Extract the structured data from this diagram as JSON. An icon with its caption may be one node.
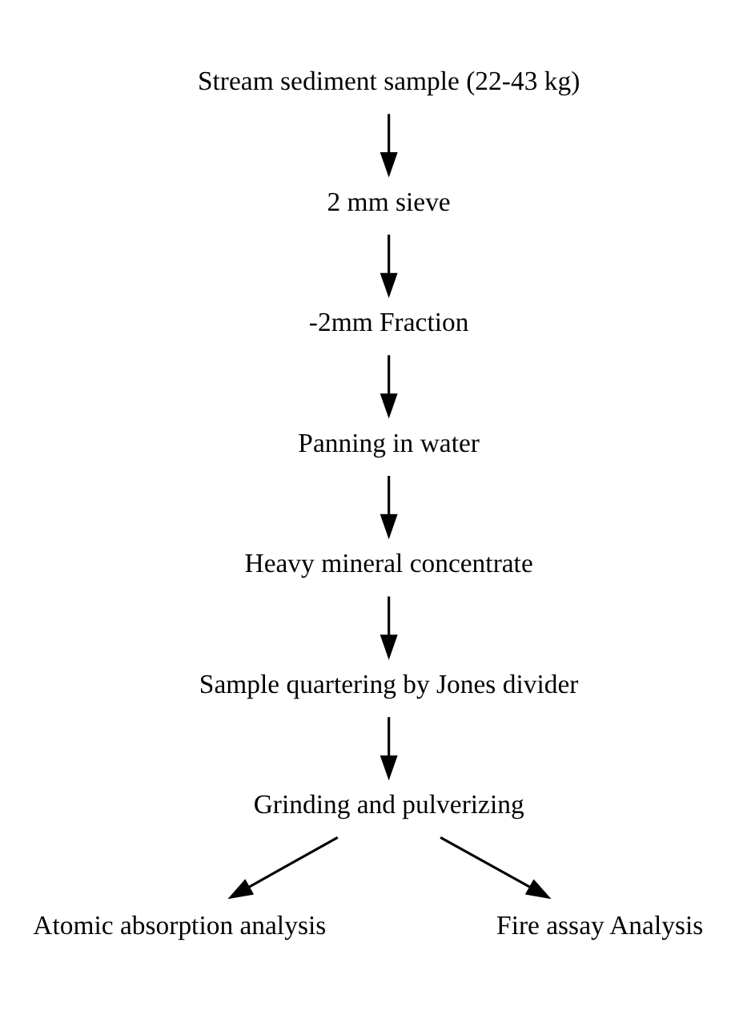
{
  "diagram": {
    "nodes": [
      {
        "text": [
          "Stream sediment sample (22-43 kg)"
        ]
      },
      {
        "text": [
          "2 mm sieve"
        ]
      },
      {
        "text": [
          "-2mm Fraction"
        ]
      },
      {
        "text": [
          "Panning in water"
        ]
      },
      {
        "text": [
          "Heavy mineral concentrate"
        ]
      },
      {
        "text": [
          "Sample quartering by Jones divider"
        ]
      },
      {
        "text": [
          "Grinding and pulverizing"
        ]
      },
      {
        "text": [
          "Atomic absorption analysis"
        ]
      },
      {
        "text": [
          "Fire assay Analysis"
        ]
      }
    ],
    "edges": [
      {
        "from": 0,
        "to": 1,
        "arrow": "to"
      },
      {
        "from": 1,
        "to": 2,
        "arrow": "to"
      },
      {
        "from": 2,
        "to": 3,
        "arrow": "to"
      },
      {
        "from": 3,
        "to": 4,
        "arrow": "to"
      },
      {
        "from": 4,
        "to": 5,
        "arrow": "to"
      },
      {
        "from": 5,
        "to": 6,
        "arrow": "to"
      },
      {
        "from": 6,
        "to": 7,
        "arrow": "to"
      },
      {
        "from": 6,
        "to": 8,
        "arrow": "to"
      }
    ]
  }
}
